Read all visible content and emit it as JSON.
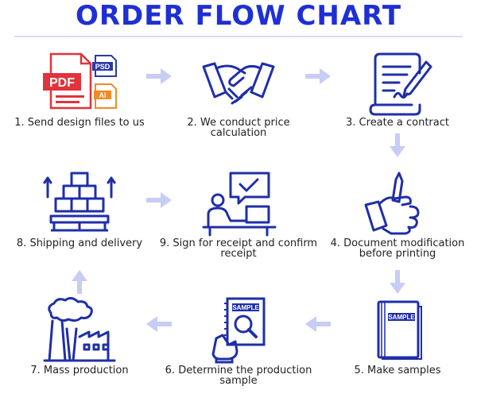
{
  "title": "ORDER FLOW CHART",
  "colors": {
    "title": "#1f2fd6",
    "icon": "#1f2fa8",
    "arrow": "#c7cdf4",
    "pdf": "#e0333b",
    "psd": "#2b3aa8",
    "ai": "#f08a24"
  },
  "steps": [
    {
      "label": "1. Send design files to us",
      "icon": "design-files-icon",
      "badges": [
        "PDF",
        "PSD",
        "AI"
      ]
    },
    {
      "label": "2. We conduct price calculation",
      "icon": "handshake-icon"
    },
    {
      "label": "3. Create a contract",
      "icon": "contract-icon"
    },
    {
      "label": "4. Document modification before printing",
      "icon": "hand-pen-icon"
    },
    {
      "label": "5. Make samples",
      "icon": "sample-book-icon",
      "tag": "SAMPLE"
    },
    {
      "label": "6. Determine the production sample",
      "icon": "sample-magnifier-icon",
      "tag": "SAMPLE"
    },
    {
      "label": "7. Mass production",
      "icon": "factory-icon"
    },
    {
      "label": "8. Shipping and delivery",
      "icon": "boxes-pallet-icon"
    },
    {
      "label": "9. Sign for receipt and confirm receipt",
      "icon": "person-check-icon"
    }
  ]
}
